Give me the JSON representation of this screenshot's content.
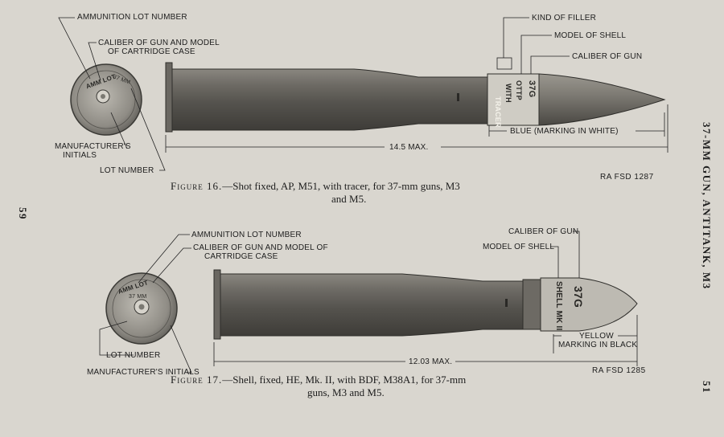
{
  "page_numbers": {
    "left": "59",
    "right": "51"
  },
  "running_head": "37-MM GUN, ANTITANK, M3",
  "figure16": {
    "labels": {
      "ammunition_lot_number": "AMMUNITION LOT NUMBER",
      "caliber_cartridge_line1": "CALIBER OF GUN AND MODEL",
      "caliber_cartridge_line2": "OF CARTRIDGE CASE",
      "manufacturers_initials_line1": "MANUFACTURER'S",
      "manufacturers_initials_line2": "INITIALS",
      "lot_number": "LOT NUMBER",
      "kind_of_filler": "KIND OF FILLER",
      "model_of_shell": "MODEL OF SHELL",
      "caliber_of_gun": "CALIBER OF GUN",
      "blue_marking": "BLUE  (MARKING IN WHITE)",
      "length": "14.5 MAX."
    },
    "shell_markings": {
      "caliber": "37G",
      "model": "OTTP",
      "filler_line1": "WITH",
      "filler_line2": "TRACER"
    },
    "base_markings": {
      "top": "AMM LOT",
      "mid": "37 MM"
    },
    "caption_figure": "Figure 16.",
    "caption_line1": "—Shot fixed, AP, M51, with tracer, for 37-mm guns, M3",
    "caption_line2": "and M5.",
    "ra_code": "RA FSD 1287"
  },
  "figure17": {
    "labels": {
      "ammunition_lot_number": "AMMUNITION LOT NUMBER",
      "caliber_cartridge_line1": "CALIBER OF GUN AND MODEL OF",
      "caliber_cartridge_line2": "CARTRIDGE CASE",
      "lot_number": "LOT NUMBER",
      "manufacturers_initials": "MANUFACTURER'S INITIALS",
      "caliber_of_gun": "CALIBER OF GUN",
      "model_of_shell": "MODEL OF SHELL",
      "yellow_line1": "YELLOW",
      "yellow_line2": "MARKING IN BLACK",
      "length": "12.03 MAX."
    },
    "shell_markings": {
      "caliber": "37G",
      "model": "SHELL MK II"
    },
    "base_markings": {
      "top": "AMM LOT",
      "mid": "37 MM"
    },
    "caption_figure": "Figure 17.",
    "caption_line1": "—Shell, fixed, HE, Mk. II, with BDF, M38A1, for 37-mm",
    "caption_line2": "guns, M3 and M5.",
    "ra_code": "RA FSD 1285"
  }
}
